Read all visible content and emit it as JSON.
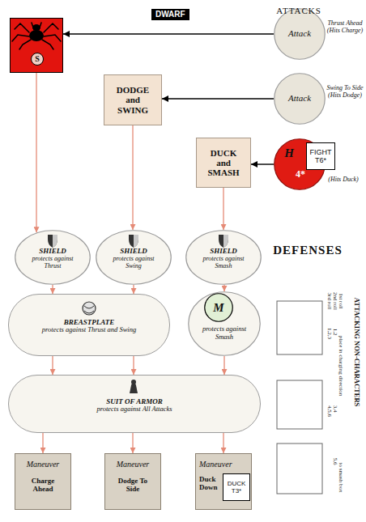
{
  "diagram": {
    "title": "DWARF",
    "nodes": [
      {
        "text": [
          "S"
        ]
      },
      {
        "text": [
          "Attack",
          "Thrust Ahead (Hits Charge)"
        ]
      },
      {
        "text": [
          "DODGE and SWING"
        ]
      },
      {
        "text": [
          "Attack",
          "Swing To Side (Hits Dodge)"
        ]
      },
      {
        "text": [
          "DUCK and SMASH"
        ]
      },
      {
        "text": [
          "H",
          "4*",
          "(Hits Duck)"
        ]
      },
      {
        "text": [
          "FIGHT T6*"
        ]
      },
      {
        "text": [
          "SHIELD",
          "protects against Thrust"
        ]
      },
      {
        "text": [
          "SHIELD",
          "protects against Swing"
        ]
      },
      {
        "text": [
          "SHIELD",
          "protects against Smash"
        ]
      },
      {
        "text": [
          "BREASTPLATE",
          "protects against Thrust and Swing"
        ]
      },
      {
        "text": [
          "protects against Smash"
        ]
      },
      {
        "text": [
          "M"
        ],
        "in": 11
      },
      {
        "text": [
          "SUIT OF ARMOR",
          "protects against All Attacks"
        ]
      },
      {
        "text": [
          "Maneuver",
          "Charge Ahead"
        ]
      },
      {
        "text": [
          "Maneuver",
          "Dodge To Side"
        ]
      },
      {
        "text": [
          "Maneuver",
          "Duck Down"
        ]
      },
      {
        "text": [
          "DUCK T3*"
        ],
        "in": 16
      }
    ],
    "edges": [
      {
        "from": 1,
        "to": 0,
        "arrow": "to"
      },
      {
        "from": 3,
        "to": 2,
        "arrow": "to"
      },
      {
        "from": 5,
        "to": 4,
        "arrow": "to"
      },
      {
        "from": 0,
        "to": 7,
        "arrow": "to"
      },
      {
        "from": 2,
        "to": 8,
        "arrow": "to"
      },
      {
        "from": 4,
        "to": 9,
        "arrow": "to"
      },
      {
        "from": 7,
        "to": 10,
        "arrow": "to"
      },
      {
        "from": 8,
        "to": 10,
        "arrow": "to"
      },
      {
        "from": 9,
        "to": 11,
        "arrow": "to"
      },
      {
        "from": 10,
        "to": 13,
        "arrow": "to"
      },
      {
        "from": 10,
        "to": 13,
        "arrow": "to"
      },
      {
        "from": 11,
        "to": 13,
        "arrow": "to"
      },
      {
        "from": 13,
        "to": 14,
        "arrow": "to"
      },
      {
        "from": 13,
        "to": 15,
        "arrow": "to"
      },
      {
        "from": 13,
        "to": 16,
        "arrow": "to"
      }
    ],
    "labels": [
      "ATTACKS",
      "DEFENSES",
      "ATTACKING NON-CHARACTERS",
      "1st roll",
      "2nd roll",
      "3rd roll",
      "1,2",
      "1,2,3",
      "place in charging direction",
      "3,4",
      "4,5,6",
      "to smash box",
      "5,6"
    ]
  }
}
